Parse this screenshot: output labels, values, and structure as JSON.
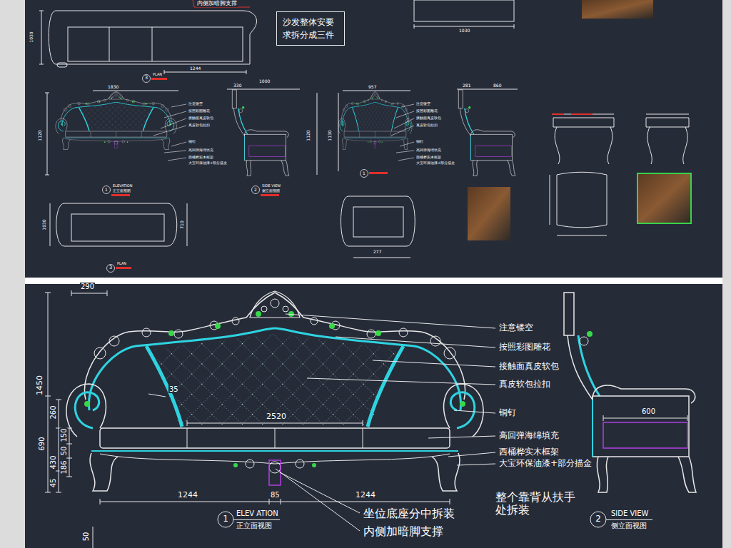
{
  "diagram": {
    "nodes": [
      {
        "text": [
          "沙发整体安要 求拆分成三件"
        ]
      }
    ],
    "labels": [
      "内侧加暗脚支撑",
      "1030",
      "1244",
      "3",
      "PLAN",
      "1030",
      "1830",
      "1120",
      "注意镂空",
      "按照彩图雕花",
      "接触面真皮软包",
      "真皮软包拉扣",
      "铜钉",
      "高回弹海绵填充",
      "西桶桦实木框架",
      "大宝环保油漆+部分描金",
      "1",
      "ELEVATION",
      "正立面视图",
      "330",
      "1000",
      "1120",
      "2",
      "SIDE VIEW",
      "侧立面视图",
      "957",
      "1130",
      "注意镂空",
      "按照彩图雕花",
      "接触面真皮软包",
      "真皮软包拉扣",
      "铜钉",
      "高回弹海绵填充",
      "西桶桦实木框架",
      "大宝环保油漆+部分描金",
      "1",
      "281",
      "860",
      "3",
      "PLAN",
      "1030",
      "710",
      "277",
      "290",
      "1450",
      "260",
      "690",
      "150",
      "50",
      "430",
      "186",
      "45",
      "35",
      "2520",
      "1244",
      "85",
      "1244",
      "注意镂空",
      "按照彩图雕花",
      "接触面真皮软包",
      "真皮软包拉扣",
      "铜钉",
      "高回弹海绵填充",
      "西桶桦实木框架",
      "大宝环保油漆+部分描金",
      "600",
      "整个靠背从扶手 处拆装",
      "1",
      "ELEV ATION",
      "正立面视图",
      "坐位底座分中拆装",
      "内侧加暗脚支撑",
      "2",
      "SIDE VIEW",
      "侧立面视图",
      "50"
    ]
  }
}
